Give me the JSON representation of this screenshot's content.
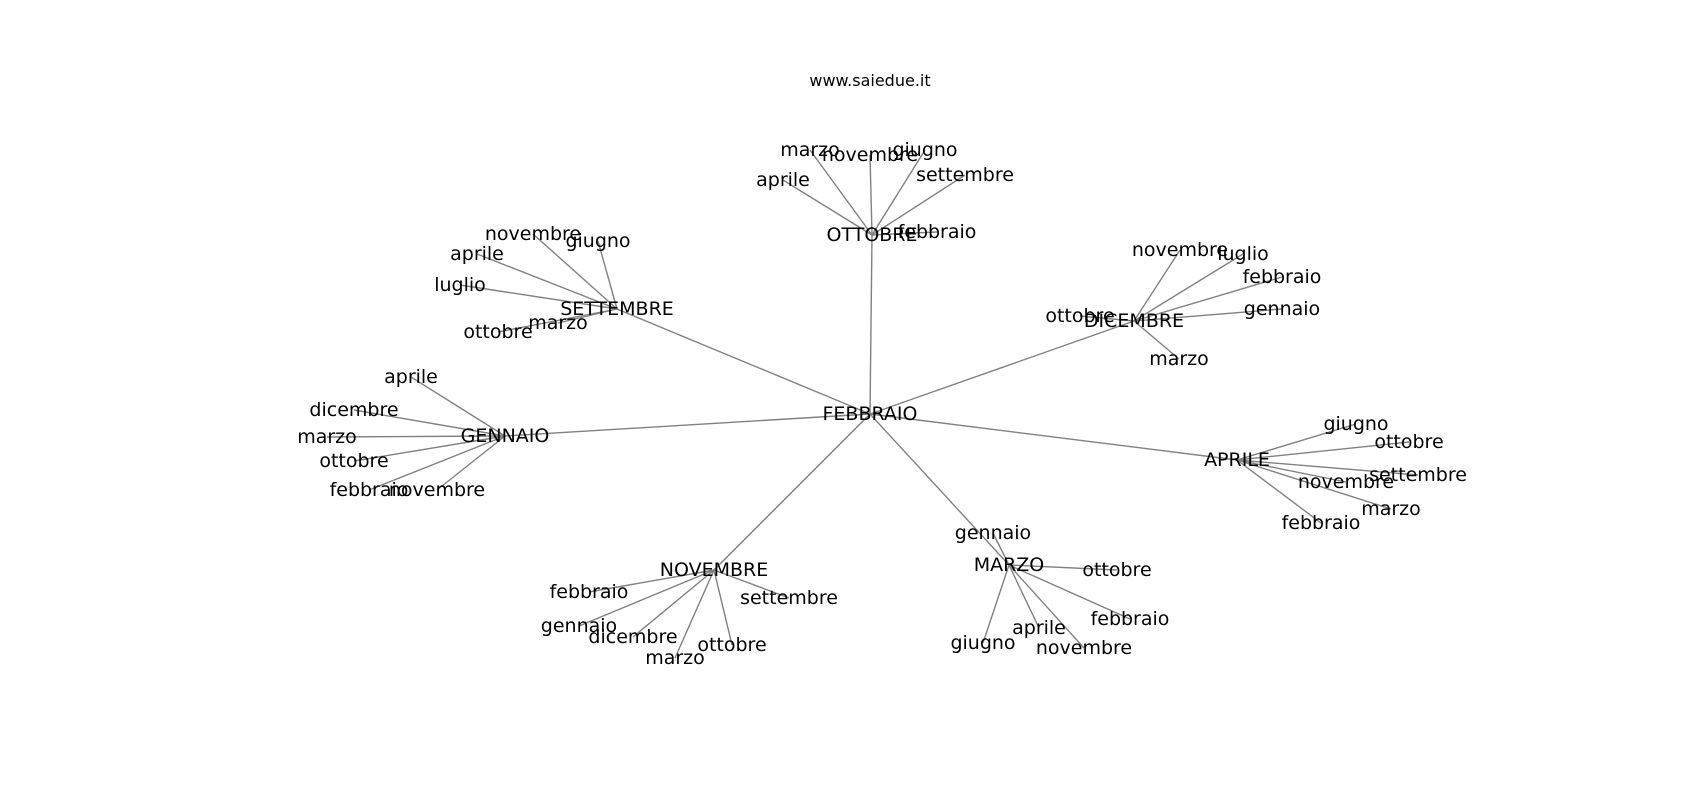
{
  "header": {
    "site": "www.saiedue.it"
  },
  "graph": {
    "root": "FEBBRAIO",
    "branches": [
      {
        "label": "OTTOBRE",
        "leaves": [
          "marzo",
          "novembre",
          "giugno",
          "aprile",
          "settembre",
          "febbraio"
        ]
      },
      {
        "label": "SETTEMBRE",
        "leaves": [
          "novembre",
          "giugno",
          "aprile",
          "luglio",
          "marzo",
          "ottobre"
        ]
      },
      {
        "label": "DICEMBRE",
        "leaves": [
          "novembre",
          "luglio",
          "febbraio",
          "gennaio",
          "ottobre",
          "marzo"
        ]
      },
      {
        "label": "GENNAIO",
        "leaves": [
          "aprile",
          "dicembre",
          "marzo",
          "ottobre",
          "febbraio",
          "novembre"
        ]
      },
      {
        "label": "APRILE",
        "leaves": [
          "giugno",
          "ottobre",
          "settembre",
          "novembre",
          "marzo",
          "febbraio"
        ]
      },
      {
        "label": "NOVEMBRE",
        "leaves": [
          "febbraio",
          "settembre",
          "gennaio",
          "dicembre",
          "marzo",
          "ottobre"
        ]
      },
      {
        "label": "MARZO",
        "leaves": [
          "gennaio",
          "ottobre",
          "febbraio",
          "aprile",
          "giugno",
          "novembre"
        ]
      }
    ]
  }
}
